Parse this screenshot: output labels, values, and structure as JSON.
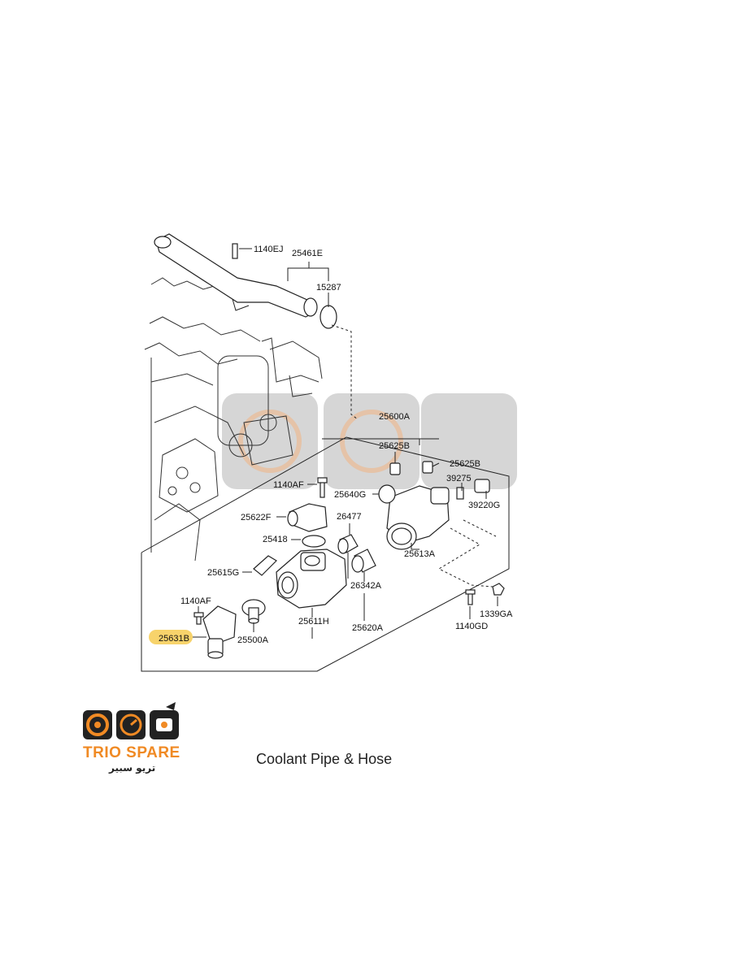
{
  "caption": "Coolant Pipe & Hose",
  "logo": {
    "text_en": "TRIO SPARE",
    "text_ar": "تريو سبير",
    "accent": "#f08a24"
  },
  "highlight_color": "#f7d36b",
  "part_labels": {
    "p1140EJ": "1140EJ",
    "p25461E": "25461E",
    "p15287": "15287",
    "p25600A": "25600A",
    "p25625B_1": "25625B",
    "p25625B_2": "25625B",
    "p39275": "39275",
    "p39220G": "39220G",
    "p1140AF_1": "1140AF",
    "p25640G": "25640G",
    "p25622F": "25622F",
    "p26477": "26477",
    "p25418": "25418",
    "p25613A": "25613A",
    "p25615G": "25615G",
    "p26342A": "26342A",
    "p1140AF_2": "1140AF",
    "p25611H": "25611H",
    "p25620A": "25620A",
    "p1140GD": "1140GD",
    "p1339GA": "1339GA",
    "p25631B": "25631B",
    "p25500A": "25500A"
  }
}
